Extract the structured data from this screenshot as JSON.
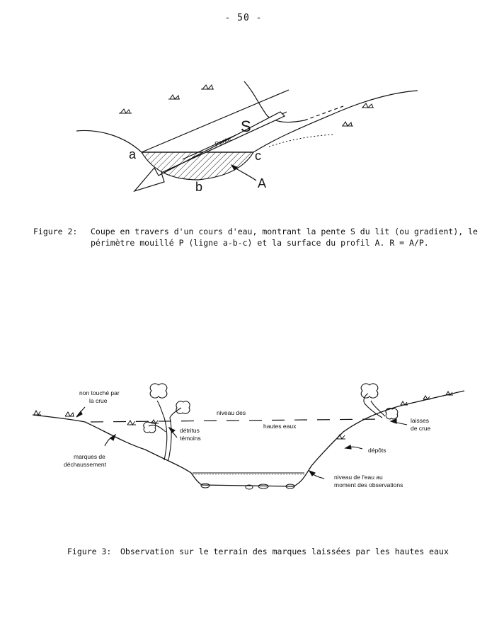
{
  "page": {
    "number_label": "- 50 -"
  },
  "figure2": {
    "labels": {
      "a": "a",
      "b": "b",
      "c": "c",
      "pente": "Pente",
      "S": "S",
      "A": "A"
    },
    "caption_number": "Figure 2:",
    "caption_line1": "Coupe en travers d'un cours d'eau, montrant la pente S du lit (ou gradient), le",
    "caption_line2": "périmètre mouillé P (ligne a-b-c) et la surface du profil A. R = A/P."
  },
  "figure3": {
    "labels": {
      "non_touche_1": "non touché par",
      "non_touche_2": "la crue",
      "niveau_des": "niveau des",
      "hautes_eaux": "hautes eaux",
      "detritus": "détritus",
      "temoins": "témoins",
      "marques_de": "marques de",
      "dechaussement": "déchaussement",
      "laisses_de": "laisses",
      "de_crue": "de crue",
      "depots": "dépôts",
      "niveau_eau_1": "niveau de l'eau au",
      "niveau_eau_2": "moment des observations"
    },
    "caption_number": "Figure 3:",
    "caption_text": "Observation sur le terrain des marques laissées par les hautes eaux"
  }
}
